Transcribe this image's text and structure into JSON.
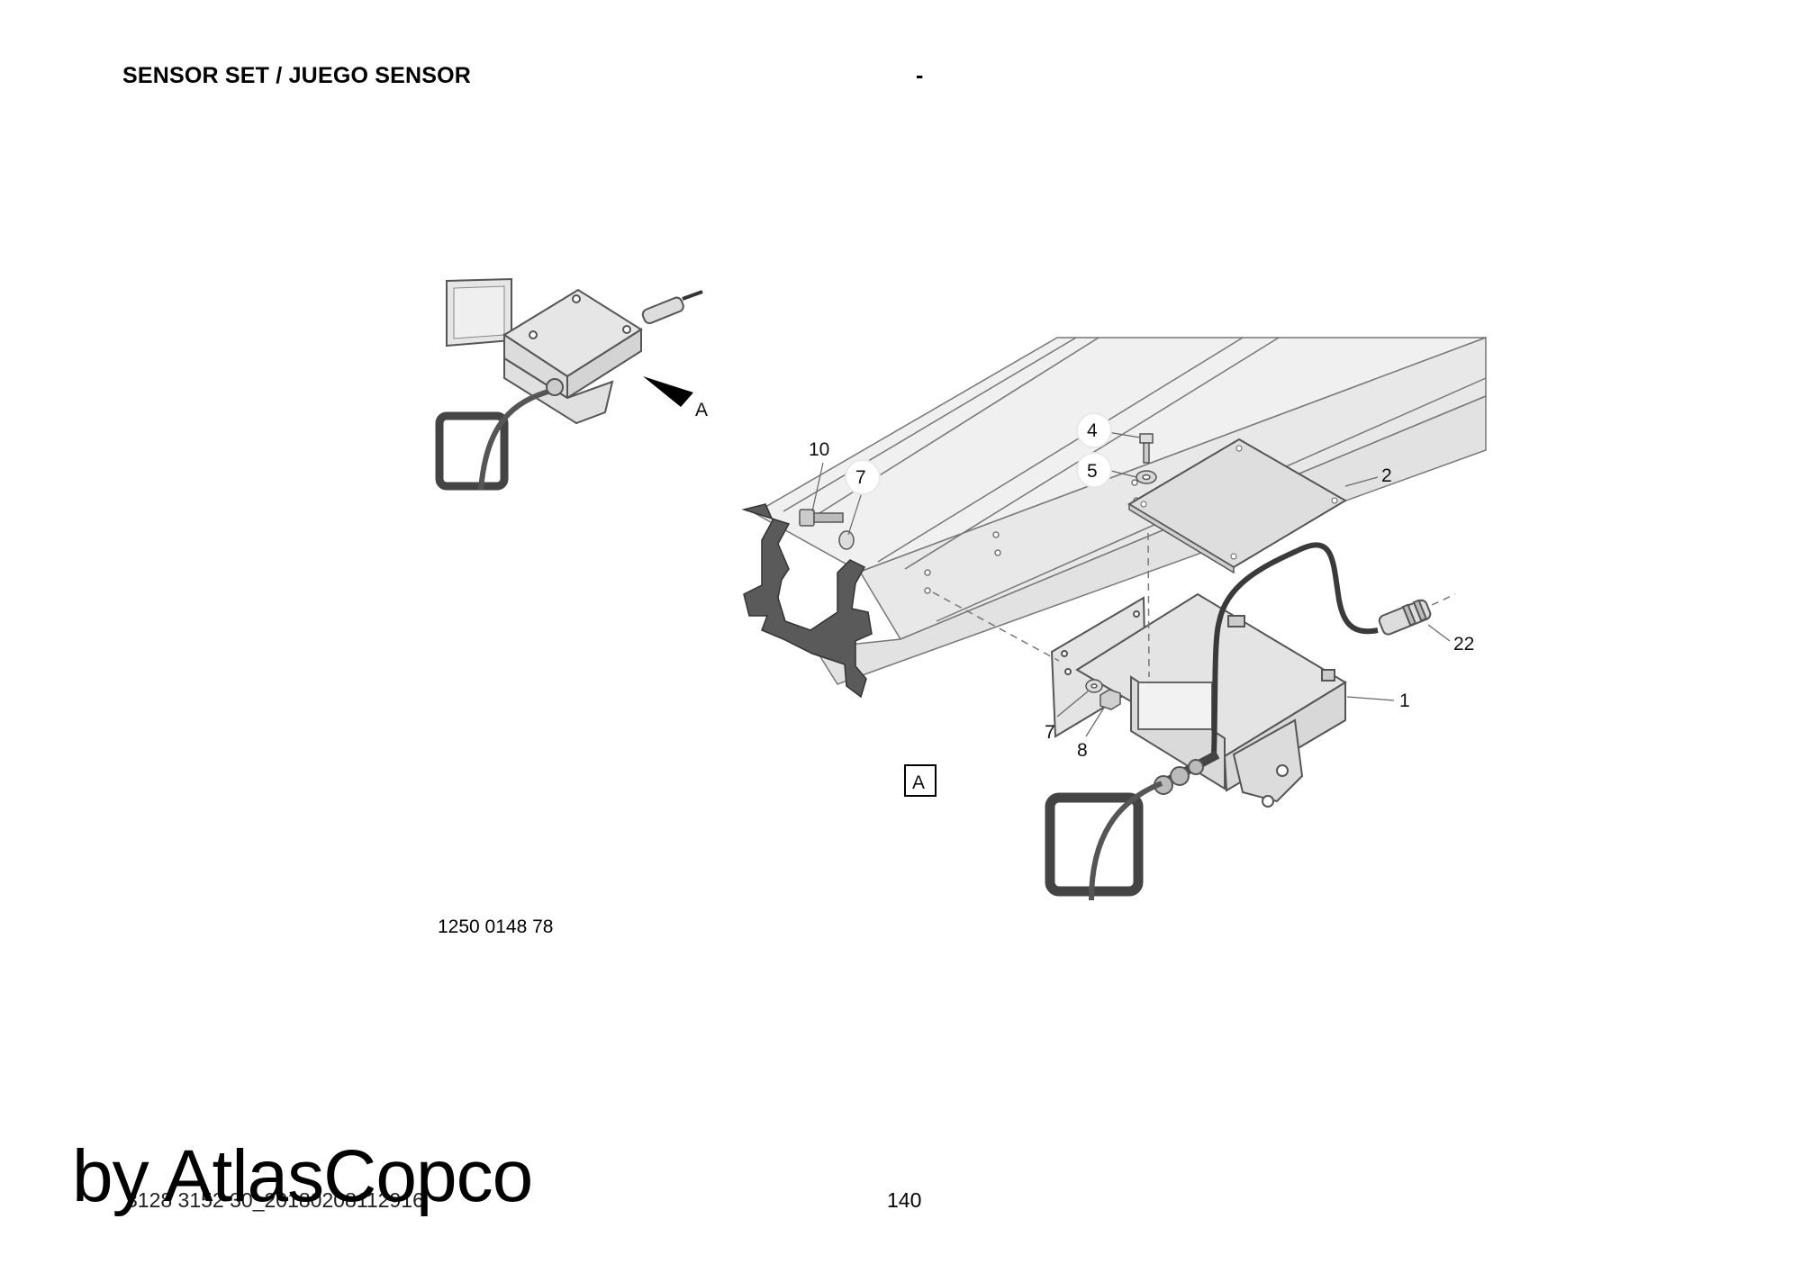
{
  "header": {
    "title": "SENSOR SET / JUEGO SENSOR",
    "separator": "-"
  },
  "drawing": {
    "number": "1250 0148 78",
    "view_arrow_label": "A",
    "view_box_label": "A",
    "callouts": {
      "c1": "1",
      "c2": "2",
      "c4": "4",
      "c5": "5",
      "c7a": "7",
      "c7b": "7",
      "c8": "8",
      "c10": "10",
      "c22": "22"
    }
  },
  "footer": {
    "doc_code": "3128 3152 30_20180208112916",
    "page_number": "140"
  },
  "watermark": "by AtlasCopco",
  "colors": {
    "part_fill": "#e6e6e6",
    "part_stroke": "#555555",
    "profile_dark": "#555555"
  }
}
